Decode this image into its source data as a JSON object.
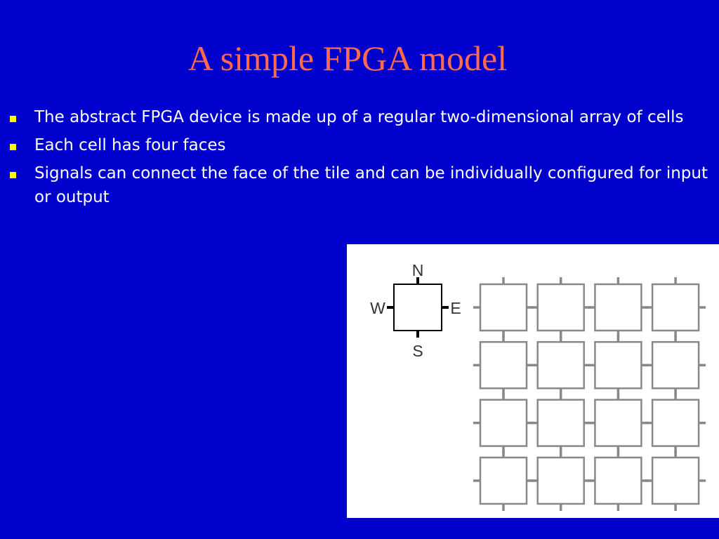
{
  "slide": {
    "title": "A simple FPGA model",
    "bullets": [
      "The abstract FPGA device is made up of a regular two-dimensional array of cells",
      "Each cell has four faces",
      "Signals can connect the face of the tile and can be individually configured for input or output"
    ]
  },
  "figure": {
    "cell_faces": {
      "north": "N",
      "south": "S",
      "east": "E",
      "west": "W"
    },
    "grid": {
      "rows": 4,
      "columns": 4
    }
  }
}
